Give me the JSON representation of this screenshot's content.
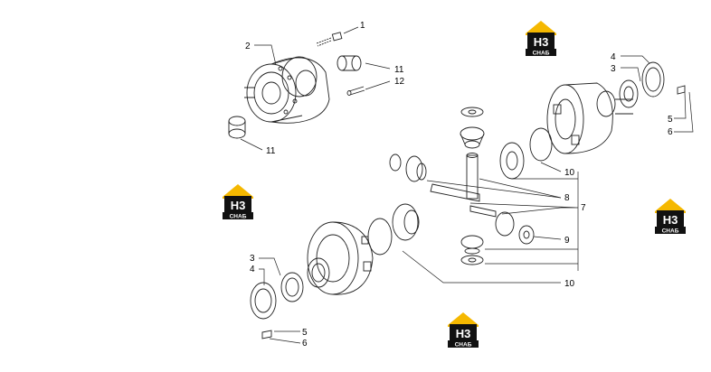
{
  "diagram": {
    "callouts": {
      "c1": "1",
      "c2": "2",
      "c11a": "11",
      "c12": "12",
      "c11b": "11",
      "c4r": "4",
      "c3r": "3",
      "c5r": "5",
      "c6r": "6",
      "c10a": "10",
      "c8": "8",
      "c7": "7",
      "c9": "9",
      "c10b": "10",
      "c3l": "3",
      "c4l": "4",
      "c5l": "5",
      "c6l": "6"
    },
    "watermark": {
      "main": "H3",
      "sub": "CHAБ",
      "colors": {
        "roof": "#f5b800",
        "box": "#111111",
        "text": "#ffffff"
      }
    },
    "line_color": "#222222"
  }
}
